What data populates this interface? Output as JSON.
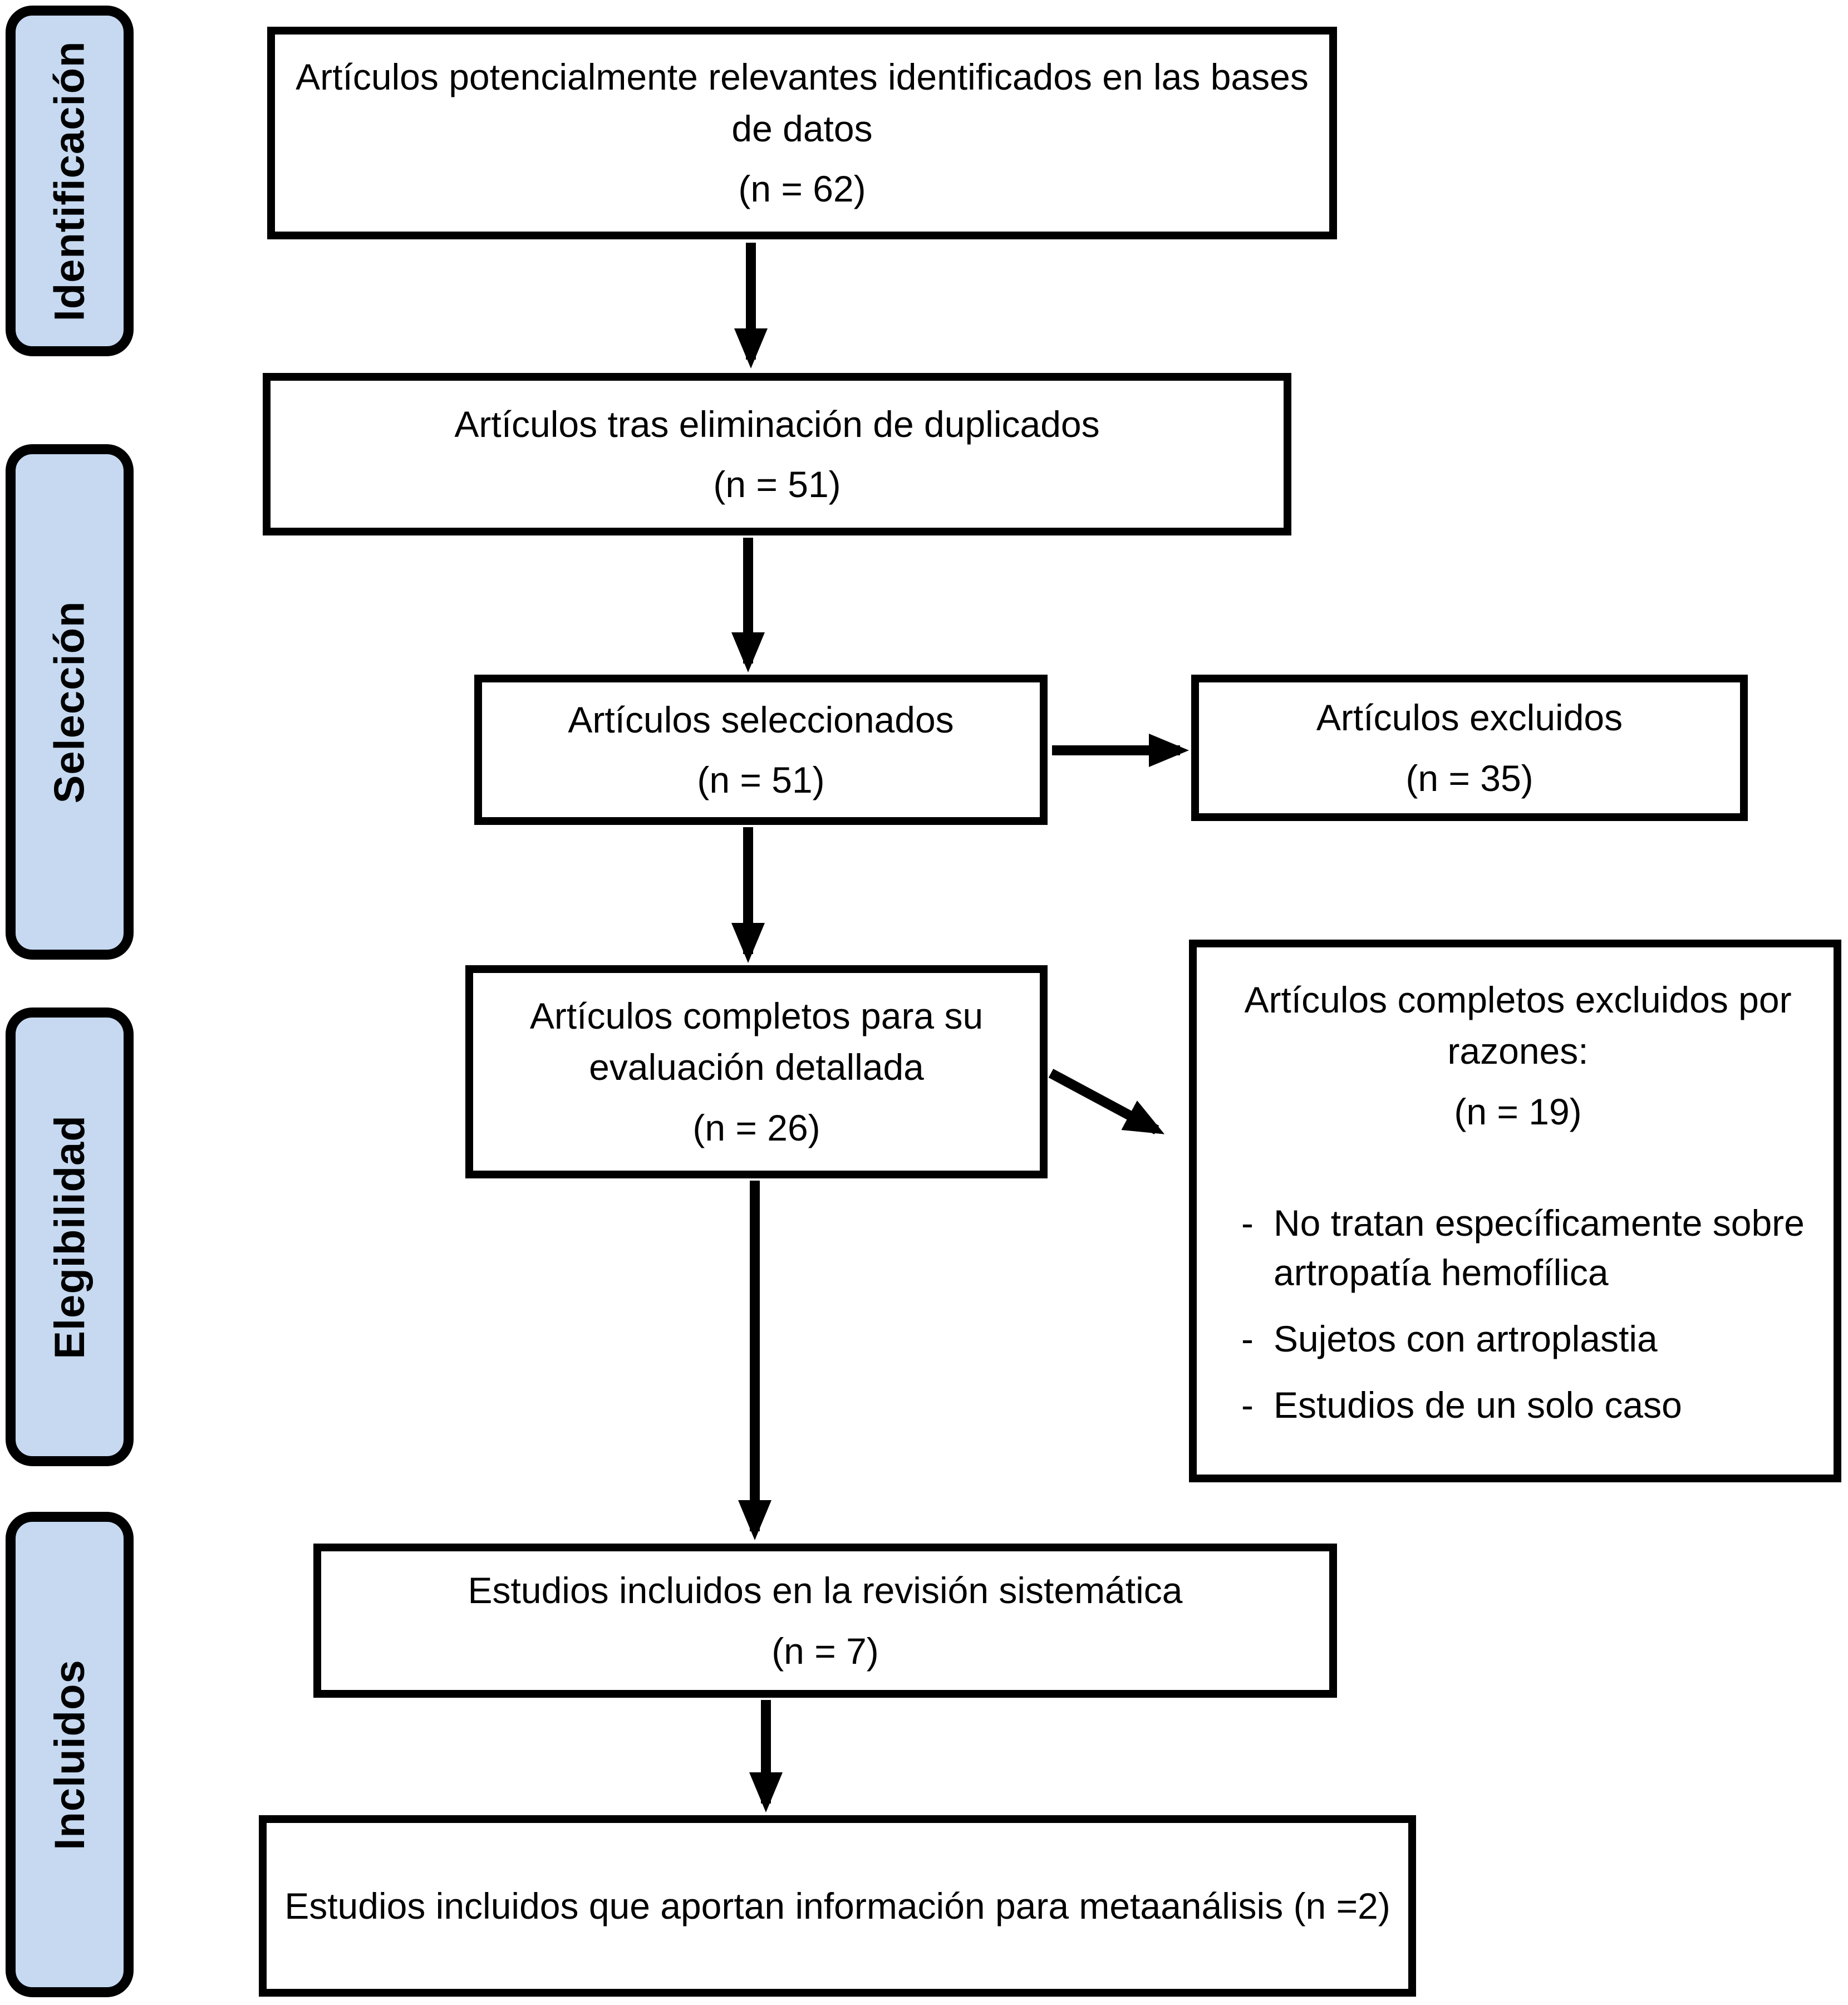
{
  "stages": [
    {
      "id": "identification",
      "label": "Identificación"
    },
    {
      "id": "screening",
      "label": "Selección"
    },
    {
      "id": "eligibility",
      "label": "Elegibilidad"
    },
    {
      "id": "included",
      "label": "Incluidos"
    }
  ],
  "boxes": {
    "identified": {
      "text": "Artículos potencialmente relevantes identificados en las bases de datos",
      "count": "(n = 62)"
    },
    "deduplicated": {
      "text": "Artículos tras eliminación de duplicados",
      "count": "(n = 51)"
    },
    "selected": {
      "text": "Artículos seleccionados",
      "count": "(n = 51)"
    },
    "excluded": {
      "text": "Artículos excluidos",
      "count": "(n = 35)"
    },
    "full_text": {
      "text": "Artículos completos para su evaluación detallada",
      "count": "(n = 26)"
    },
    "full_text_excluded": {
      "title": "Artículos completos excluidos por razones:",
      "count": "(n = 19)",
      "bullet_char": "-",
      "reasons": [
        "No tratan específicamente sobre artropatía hemofílica",
        "Sujetos con artroplastia",
        "Estudios de un solo caso"
      ]
    },
    "included_review": {
      "text": "Estudios incluidos en la revisión sistemática",
      "count": "(n = 7)"
    },
    "included_meta": {
      "text": "Estudios incluidos que aportan información para metaanálisis",
      "count": "(n =2)"
    }
  },
  "colors": {
    "stage_fill": "#c6d9f1",
    "stage_border": "#000000",
    "box_border": "#000000",
    "box_fill": "#ffffff",
    "arrow": "#000000",
    "text": "#000000"
  }
}
